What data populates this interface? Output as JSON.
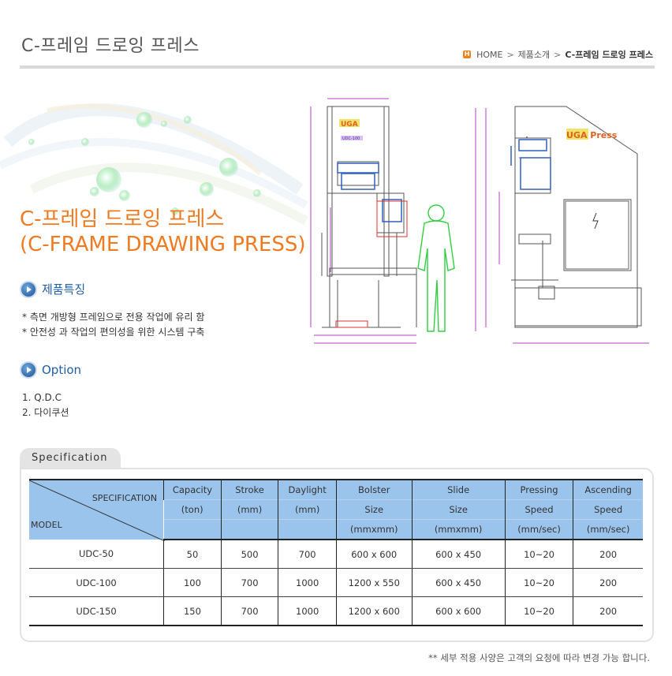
{
  "header": {
    "title": "C-프레임 드로잉 프레스",
    "breadcrumb": {
      "home": "HOME",
      "category": "제품소개",
      "current": "C-프레임 드로잉 프레스"
    }
  },
  "hero": {
    "title_ko": "C-프레임 드로잉 프레스",
    "title_en": "(C-FRAME DRAWING PRESS)"
  },
  "features": {
    "heading": "제품특징",
    "items": [
      "* 측면 개방형 프레임으로 전용 작업에 유리 함",
      "* 안전성 과 작업의 편의성을 위한 시스템 구축"
    ]
  },
  "options": {
    "heading": "Option",
    "items": [
      "1. Q.D.C",
      "2. 다이쿠션"
    ]
  },
  "drawing": {
    "brand": "UGA",
    "model_label": "UDC-100",
    "side_brand": "UGA Press"
  },
  "specification": {
    "tab": "Specification",
    "corner_top": "SPECIFICATION",
    "corner_bottom": "MODEL",
    "header_rows": [
      [
        "Capacity",
        "Stroke",
        "Daylight",
        "Bolster",
        "Slide",
        "Pressing",
        "Ascending"
      ],
      [
        "(ton)",
        "(mm)",
        "(mm)",
        "Size",
        "Size",
        "Speed",
        "Speed"
      ],
      [
        "",
        "",
        "",
        "(mmxmm)",
        "(mmxmm)",
        "(mm/sec)",
        "(mm/sec)"
      ]
    ],
    "rows": [
      [
        "UDC-50",
        "50",
        "500",
        "700",
        "600 x 600",
        "600 x 450",
        "10~20",
        "200"
      ],
      [
        "UDC-100",
        "100",
        "700",
        "1000",
        "1200 x 550",
        "600 x 450",
        "10~20",
        "200"
      ],
      [
        "UDC-150",
        "150",
        "700",
        "1000",
        "1200 x 600",
        "600 x 600",
        "10~20",
        "200"
      ]
    ],
    "note": "** 세부 적용 사양은 고객의 요청에 따라 변경 가능 합니다."
  },
  "colors": {
    "accent_orange": "#ef7a20",
    "heading_blue": "#1f5ea8",
    "table_header": "#9ac4ec",
    "drawing_magenta": "#b040c0",
    "figure_green": "#30d040"
  }
}
